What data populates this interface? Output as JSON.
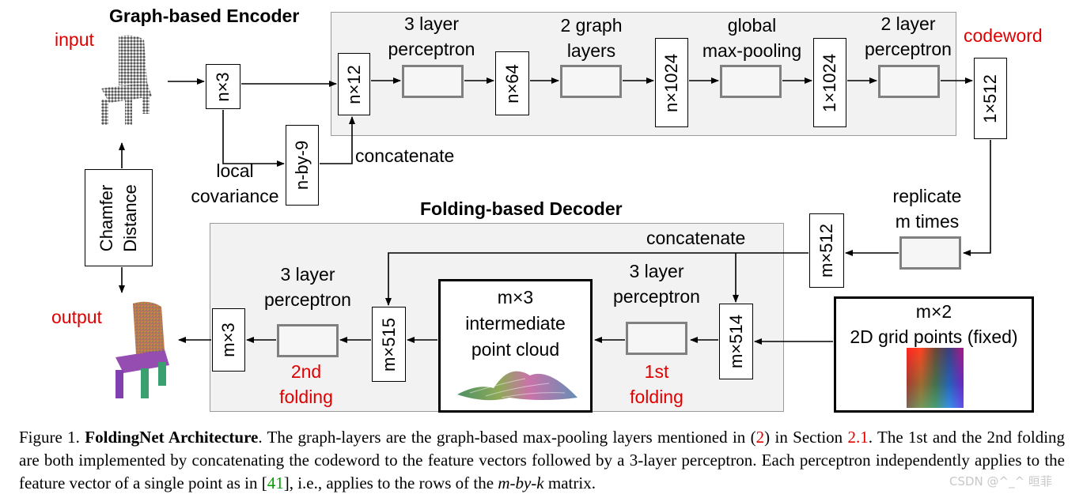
{
  "encoder": {
    "title": "Graph-based Encoder",
    "input_label": "input",
    "nx3": "n×3",
    "nx12": "n×12",
    "mlp1_label": [
      "3 layer",
      "perceptron"
    ],
    "nx64": "n×64",
    "graph_label": [
      "2 graph",
      "layers"
    ],
    "nx1024": "n×1024",
    "pool_label": [
      "global",
      "max-pooling"
    ],
    "onex1024": "1×1024",
    "mlp2_label": [
      "2 layer",
      "perceptron"
    ],
    "codeword_label": "codeword",
    "onex512": "1×512",
    "local_cov": [
      "local",
      "covariance"
    ],
    "nby9": "n-by-9",
    "concat_label": "concatenate"
  },
  "decoder": {
    "title": "Folding-based Decoder",
    "replicate_label": [
      "replicate",
      "m times"
    ],
    "mx512": "m×512",
    "concat_label": "concatenate",
    "grid_label": [
      "m×2",
      "2D grid points (fixed)"
    ],
    "mx514": "m×514",
    "mlp1_label": [
      "3 layer",
      "perceptron"
    ],
    "fold1_label": [
      "1st",
      "folding"
    ],
    "intermediate_label": [
      "m×3",
      "intermediate",
      "point cloud"
    ],
    "mx515": "m×515",
    "mlp2_label": [
      "3 layer",
      "perceptron"
    ],
    "fold2_label": [
      "2nd",
      "folding"
    ],
    "mx3": "m×3",
    "output_label": "output"
  },
  "chamfer": {
    "lines": [
      "Chamfer",
      "Distance"
    ]
  },
  "caption": {
    "fig": "Figure 1.",
    "bold_title": "FoldingNet Architecture",
    "text_1": ". The graph-layers are the graph-based max-pooling layers mentioned in (",
    "ref_eq": "2",
    "text_2": ") in Section ",
    "ref_sec": "2.1",
    "text_3": ". The 1st and the 2nd folding are both implemented by concatenating the codeword to the feature vectors followed by a 3-layer perceptron. Each perceptron independently applies to the feature vector of a single point as in [",
    "ref_cite": "41",
    "text_4": "], i.e., applies to the rows of the ",
    "math": "m-by-k",
    "text_5": " matrix."
  },
  "watermark": "CSDN @^_^ 晅菲",
  "colors": {
    "red_label": "#e00000",
    "green_ref": "#00a000",
    "region_fill": "#f2f2f2",
    "mlp_border": "#808080"
  }
}
